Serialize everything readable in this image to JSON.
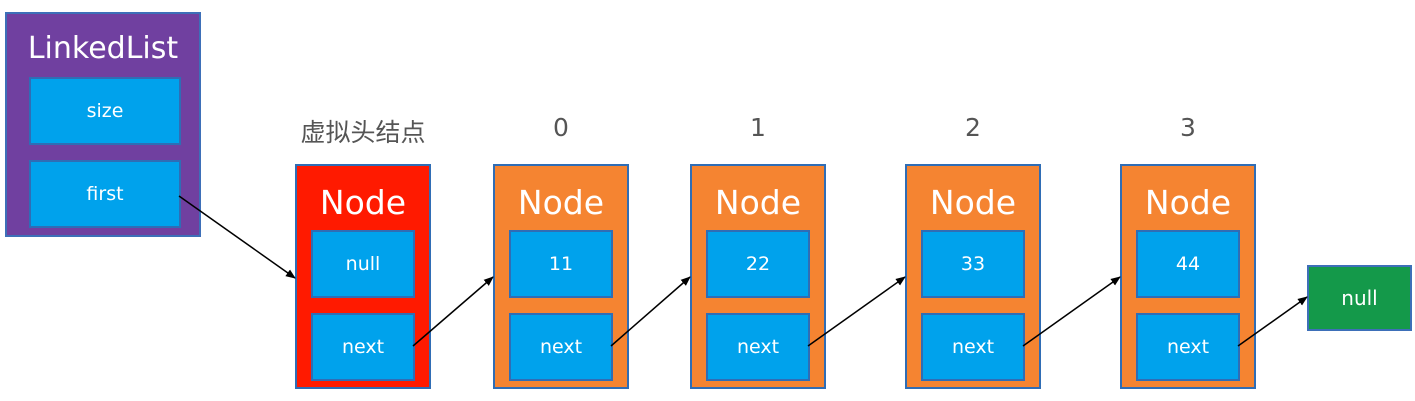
{
  "linkedlist": {
    "title": "LinkedList",
    "fields": [
      "size",
      "first"
    ],
    "color": "#7040a0"
  },
  "nodes": [
    {
      "label": "虚拟头结点",
      "title": "Node",
      "value": "null",
      "next": "next",
      "color": "#ff1a00"
    },
    {
      "label": "0",
      "title": "Node",
      "value": "11",
      "next": "next",
      "color": "#f58431"
    },
    {
      "label": "1",
      "title": "Node",
      "value": "22",
      "next": "next",
      "color": "#f58431"
    },
    {
      "label": "2",
      "title": "Node",
      "value": "33",
      "next": "next",
      "color": "#f58431"
    },
    {
      "label": "3",
      "title": "Node",
      "value": "44",
      "next": "next",
      "color": "#f58431"
    }
  ],
  "terminal": {
    "label": "null",
    "color": "#14994a"
  },
  "field_color": "#00a2ec"
}
